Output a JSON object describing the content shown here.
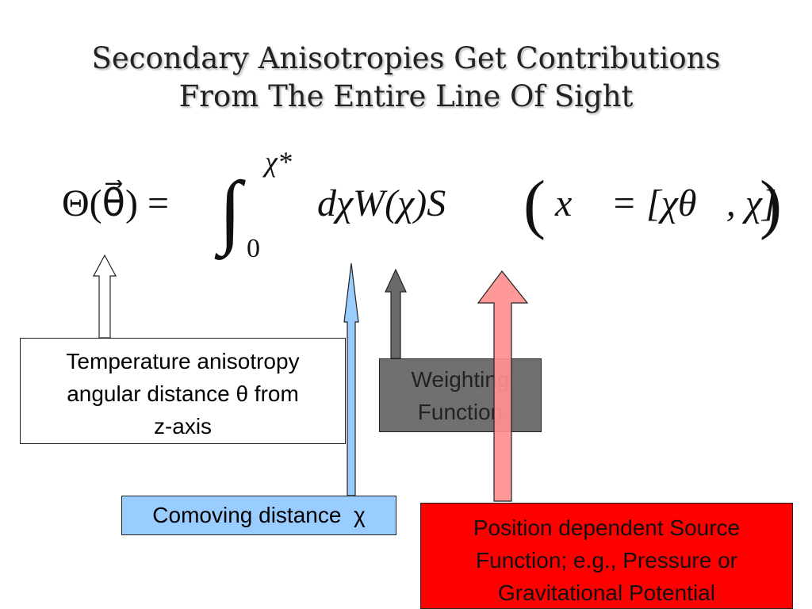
{
  "title": {
    "line1": "Secondary Anisotropies Get Contributions",
    "line2": "From The Entire Line Of Sight"
  },
  "equation": {
    "lhs": "Θ(θ⃗) =",
    "integral_sign": "∫",
    "upper_limit": "χ*",
    "lower_limit": "0",
    "integrand": "dχW(χ)S",
    "open_paren": "(",
    "argument": "x⃗ = [χθ⃗, χ]",
    "close_paren": ")"
  },
  "boxes": {
    "temperature": {
      "line1": "Temperature anisotropy",
      "line2": "angular distance θ from",
      "line3": "z-axis"
    },
    "weighting": {
      "line1": "Weighting",
      "line2": "Function"
    },
    "comoving": {
      "label": "Comoving distance  χ"
    },
    "source": {
      "line1": "Position dependent Source",
      "line2": "Function; e.g., Pressure or",
      "line3": "Gravitational Potential"
    }
  },
  "colors": {
    "weighting_box": "#707070",
    "comoving_box": "#99ccff",
    "source_box": "#ff0000",
    "source_arrow": "#ff8f8f",
    "comoving_arrow": "#99ccff",
    "weighting_arrow": "#6a6a6a"
  }
}
